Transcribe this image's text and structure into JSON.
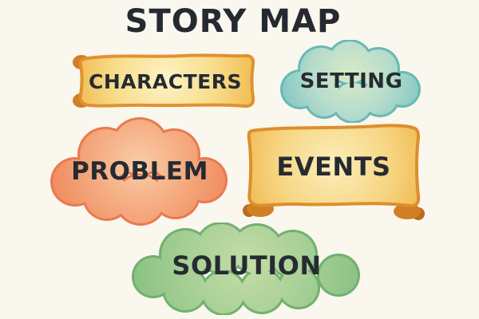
{
  "title": "STORY MAP",
  "background_color": "#faf7ee",
  "text_color": "#252a31",
  "shapes": {
    "characters": {
      "label": "CHARACTERS",
      "type": "scroll-banner",
      "colors": {
        "edge": "#e0922f",
        "outer": "#f0b94e",
        "mid": "#f8dc8a",
        "center": "#fdf3c6",
        "curl": "#d07f24"
      }
    },
    "setting": {
      "label": "SETTING",
      "type": "cloud",
      "colors": {
        "edge": "#68b9b6",
        "outer": "#7cc5c1",
        "mid": "#b8ddcc",
        "center": "#d9eac7"
      }
    },
    "problem": {
      "label": "PROBLEM",
      "type": "cloud",
      "colors": {
        "edge": "#e87a50",
        "outer": "#ef8b5e",
        "mid": "#f5ab80",
        "center": "#f9cda9"
      }
    },
    "events": {
      "label": "EVENTS",
      "type": "scroll-banner",
      "colors": {
        "edge": "#dc8f2c",
        "outer": "#eeb64a",
        "mid": "#f7d684",
        "center": "#fbeebb",
        "curl": "#d07f24",
        "curl_end": "#b96a1b"
      }
    },
    "solution": {
      "label": "SOLUTION",
      "type": "cloud",
      "colors": {
        "edge": "#72b06f",
        "outer": "#8ac283",
        "mid": "#a8d097",
        "center": "#c4dda6"
      }
    }
  }
}
